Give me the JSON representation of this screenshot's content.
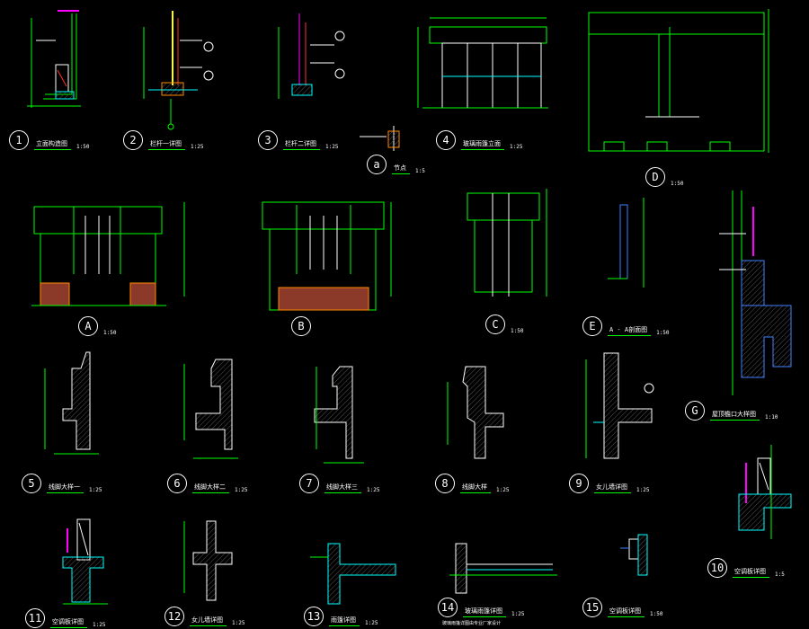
{
  "drawing": {
    "details": [
      {
        "id": "1",
        "title": "立面构造图",
        "scale": "1:50"
      },
      {
        "id": "2",
        "title": "栏杆一详图",
        "scale": "1:25"
      },
      {
        "id": "3",
        "title": "栏杆二详图",
        "scale": "1:25"
      },
      {
        "id": "a",
        "title": "节点",
        "scale": "1:5"
      },
      {
        "id": "4",
        "title": "玻璃雨篷立面",
        "scale": "1:25"
      },
      {
        "id": "D",
        "title": "",
        "scale": "1:50"
      },
      {
        "id": "A",
        "title": "",
        "scale": "1:50"
      },
      {
        "id": "B",
        "title": "",
        "scale": ""
      },
      {
        "id": "C",
        "title": "",
        "scale": "1:50"
      },
      {
        "id": "E",
        "title": "A - A剖面图",
        "scale": "1:50"
      },
      {
        "id": "G",
        "title": "屋顶檐口大样图",
        "scale": "1:10"
      },
      {
        "id": "5",
        "title": "线脚大样一",
        "scale": "1:25"
      },
      {
        "id": "6",
        "title": "线脚大样二",
        "scale": "1:25"
      },
      {
        "id": "7",
        "title": "线脚大样三",
        "scale": "1:25"
      },
      {
        "id": "8",
        "title": "线脚大样",
        "scale": "1:25"
      },
      {
        "id": "9",
        "title": "女儿墙详图",
        "scale": "1:25"
      },
      {
        "id": "10",
        "title": "空调板详图",
        "scale": "1:5"
      },
      {
        "id": "11",
        "title": "空调板详图",
        "scale": "1:25"
      },
      {
        "id": "12",
        "title": "女儿墙详图",
        "scale": "1:25"
      },
      {
        "id": "13",
        "title": "雨篷详图",
        "scale": "1:25"
      },
      {
        "id": "14",
        "title": "玻璃雨篷详图",
        "scale": "1:25"
      },
      {
        "id": "15",
        "title": "空调板详图",
        "scale": "1:50"
      }
    ],
    "notes": {
      "n14": "玻璃雨篷详图由专业厂家设计"
    },
    "colors": {
      "line": "#00ff00",
      "text": "#ffffff",
      "accent_cyan": "#00ffff",
      "accent_magenta": "#ff00ff",
      "accent_yellow": "#ffff00",
      "accent_red": "#ff3030",
      "accent_blue": "#4080ff"
    }
  }
}
